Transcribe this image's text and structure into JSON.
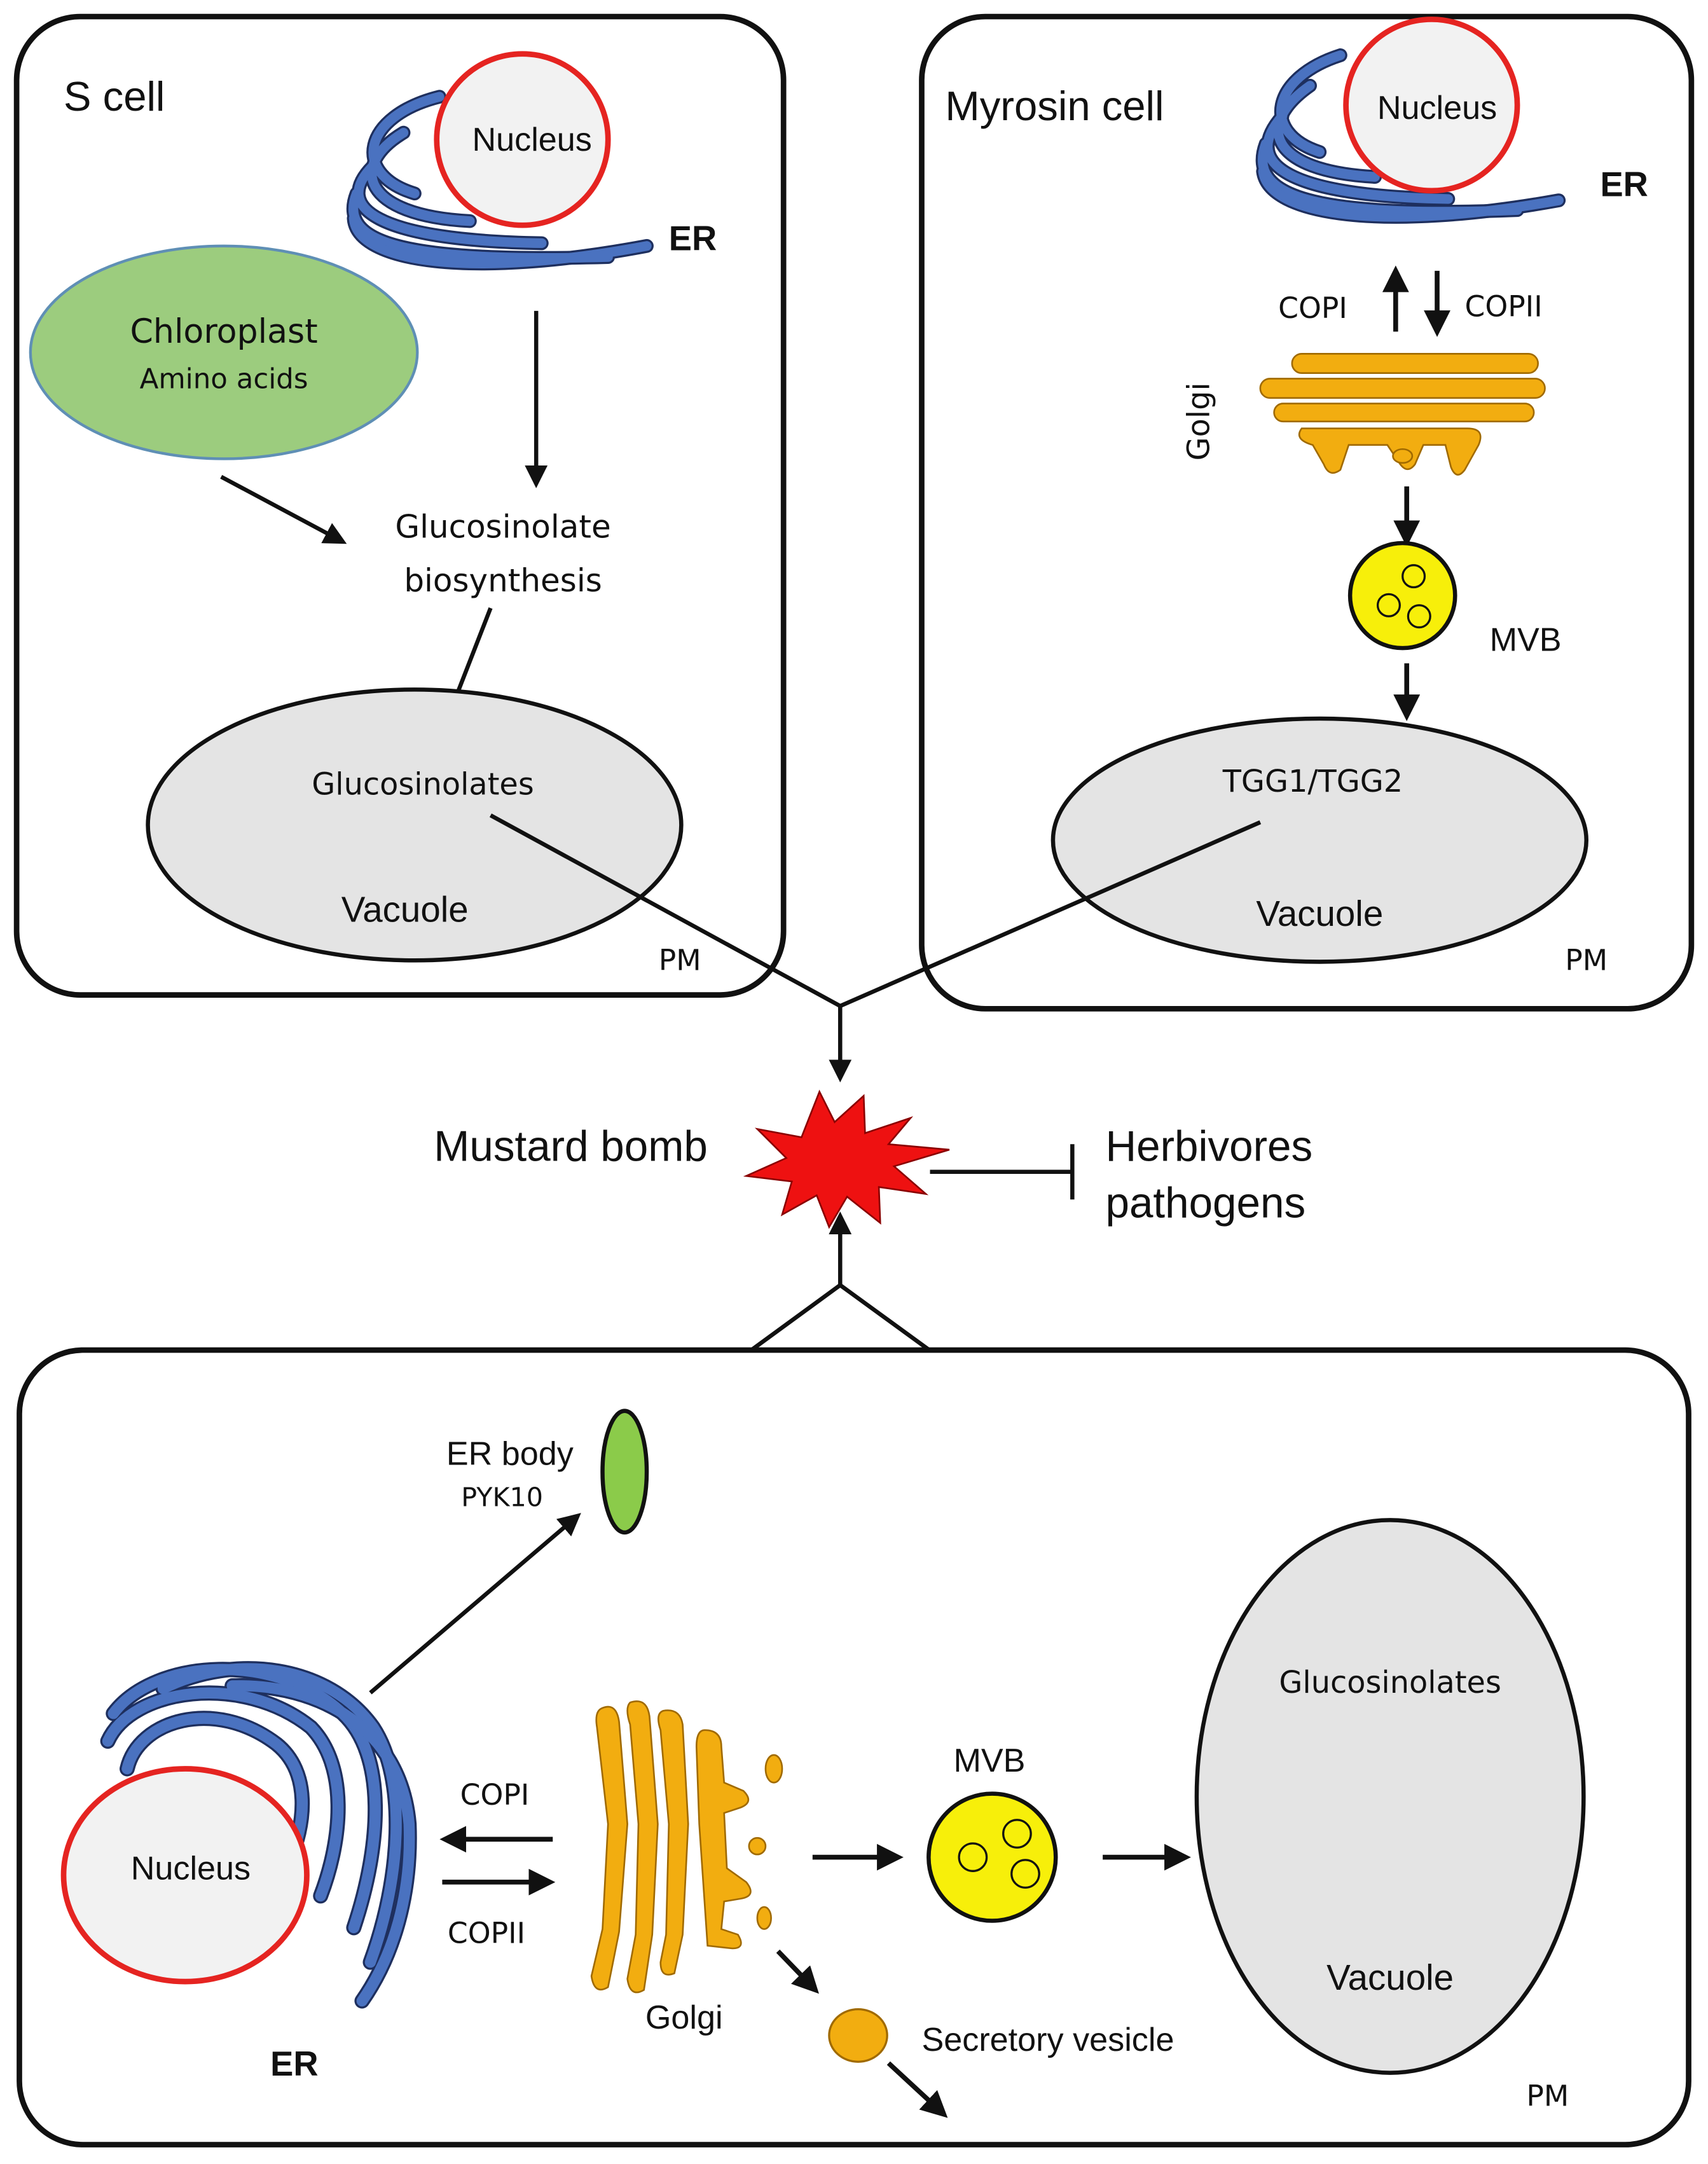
{
  "colors": {
    "er": "#4a72c0",
    "er_stroke": "#1e2f5e",
    "golgi": "#f2ad10",
    "golgi_stroke": "#a06a00",
    "mvb": "#f7ef0a",
    "nucleus_ring": "#e52421",
    "nucleus_fill": "#f2f2f2",
    "chloroplast": "#9ccc7e",
    "chloroplast_stroke": "#5f8fb5",
    "er_body": "#8bcb4a",
    "vacuole": "#e4e4e4",
    "bomb": "#ee1111"
  },
  "s_cell": {
    "title": "S cell",
    "nucleus": "Nucleus",
    "er": "ER",
    "chloroplast": "Chloroplast",
    "amino_acids": "Amino acids",
    "biosynthesis_line1": "Glucosinolate",
    "biosynthesis_line2": "biosynthesis",
    "vacuole_content": "Glucosinolates",
    "vacuole": "Vacuole",
    "pm": "PM"
  },
  "myrosin_cell": {
    "title": "Myrosin cell",
    "nucleus": "Nucleus",
    "er": "ER",
    "copi": "COPI",
    "copii": "COPII",
    "golgi": "Golgi",
    "mvb": "MVB",
    "vacuole_content": "TGG1/TGG2",
    "vacuole": "Vacuole",
    "pm": "PM"
  },
  "center": {
    "bomb_label": "Mustard bomb",
    "target_line1": "Herbivores",
    "target_line2": "pathogens"
  },
  "bottom_cell": {
    "er_body": "ER body",
    "pyk10": "PYK10",
    "vacuole_content": "Glucosinolates",
    "mvb": "MVB",
    "copi": "COPI",
    "copii": "COPII",
    "nucleus": "Nucleus",
    "er": "ER",
    "golgi": "Golgi",
    "secretory_vesicle": "Secretory vesicle",
    "vacuole": "Vacuole",
    "pm": "PM"
  }
}
